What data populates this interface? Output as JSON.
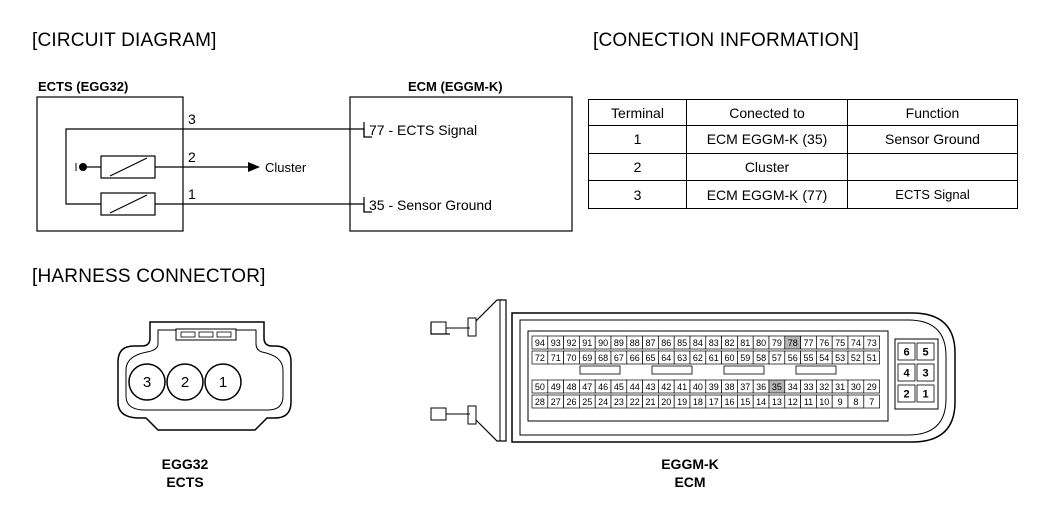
{
  "titles": {
    "circuit": "[CIRCUIT DIAGRAM]",
    "connection": "[CONECTION INFORMATION]",
    "harness": "[HARNESS CONNECTOR]"
  },
  "circuit": {
    "ects_label": "ECTS (EGG32)",
    "ecm_label": "ECM (EGGM-K)",
    "pins": [
      "3",
      "2",
      "1"
    ],
    "cluster_label": "Cluster",
    "ecm_terminals": [
      "77 - ECTS Signal",
      "35 - Sensor Ground"
    ]
  },
  "connection_table": {
    "headers": [
      "Terminal",
      "Conected to",
      "Function"
    ],
    "rows": [
      [
        "1",
        "ECM EGGM-K (35)",
        "Sensor Ground"
      ],
      [
        "2",
        "Cluster",
        ""
      ],
      [
        "3",
        "ECM EGGM-K (77)",
        "ECTS Signal"
      ]
    ]
  },
  "harness": {
    "ects_pins": [
      "3",
      "2",
      "1"
    ],
    "ects_caption": [
      "EGG32",
      "ECTS"
    ],
    "ecm_caption": [
      "EGGM-K",
      "ECM"
    ],
    "ecm_pin_rows": [
      [
        "94",
        "93",
        "92",
        "91",
        "90",
        "89",
        "88",
        "87",
        "86",
        "85",
        "84",
        "83",
        "82",
        "81",
        "80",
        "79",
        "78",
        "77",
        "76",
        "75",
        "74",
        "73"
      ],
      [
        "72",
        "71",
        "70",
        "69",
        "68",
        "67",
        "66",
        "65",
        "64",
        "63",
        "62",
        "61",
        "60",
        "59",
        "58",
        "57",
        "56",
        "55",
        "54",
        "53",
        "52",
        "51"
      ],
      [
        "50",
        "49",
        "48",
        "47",
        "46",
        "45",
        "44",
        "43",
        "42",
        "41",
        "40",
        "39",
        "38",
        "37",
        "36",
        "35",
        "34",
        "33",
        "32",
        "31",
        "30",
        "29"
      ],
      [
        "28",
        "27",
        "26",
        "25",
        "24",
        "23",
        "22",
        "21",
        "20",
        "19",
        "18",
        "17",
        "16",
        "15",
        "14",
        "13",
        "12",
        "11",
        "10",
        "9",
        "8",
        "7"
      ]
    ],
    "ecm_small_pins": [
      [
        "6",
        "5"
      ],
      [
        "4",
        "3"
      ],
      [
        "2",
        "1"
      ]
    ],
    "highlighted_pins": [
      "78",
      "35"
    ]
  }
}
